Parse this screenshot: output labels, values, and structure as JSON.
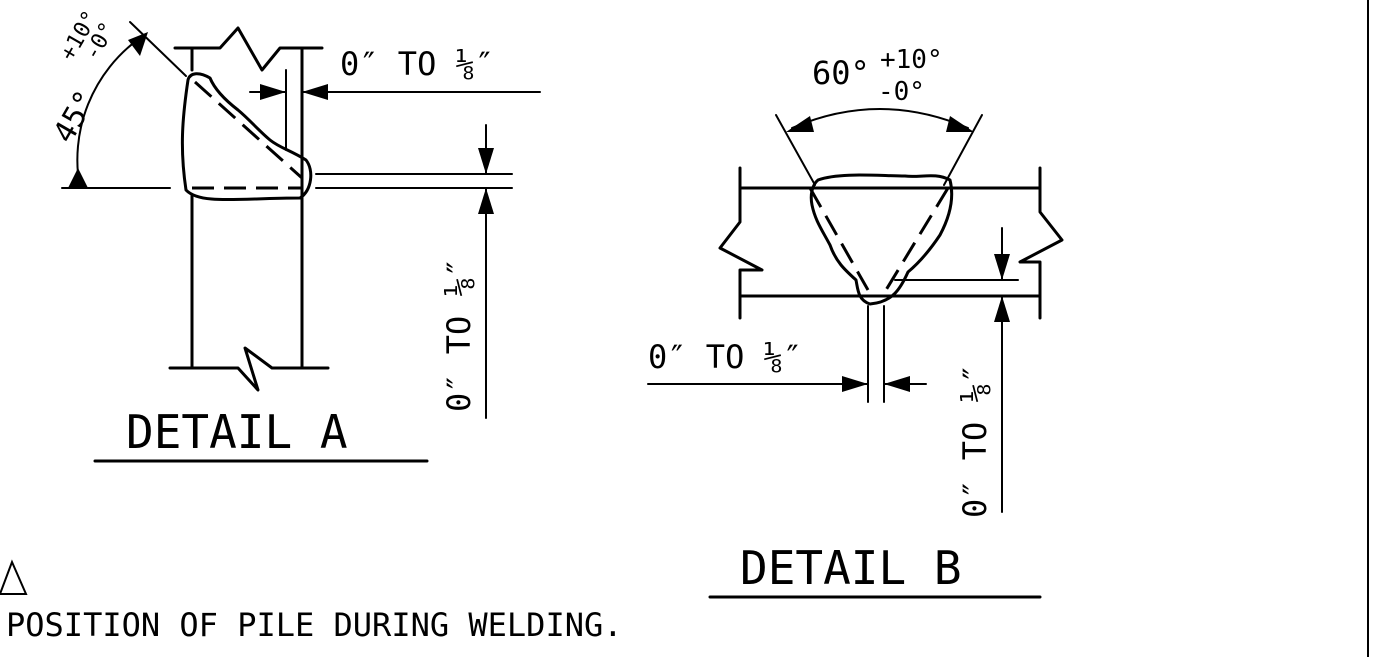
{
  "detail_a": {
    "title": "DETAIL A",
    "angle_main": "45°",
    "angle_tol_plus": "+10°",
    "angle_tol_minus": "-0°",
    "dim_top": "0″ TO ⅛″",
    "dim_side": "0″ TO ⅛″"
  },
  "detail_b": {
    "title": "DETAIL B",
    "angle_main": "60°",
    "angle_tol_plus": "+10°",
    "angle_tol_minus": "-0°",
    "dim_left": "0″ TO ⅛″",
    "dim_side": "0″ TO ⅛″"
  },
  "note": "POSITION OF PILE DURING WELDING."
}
